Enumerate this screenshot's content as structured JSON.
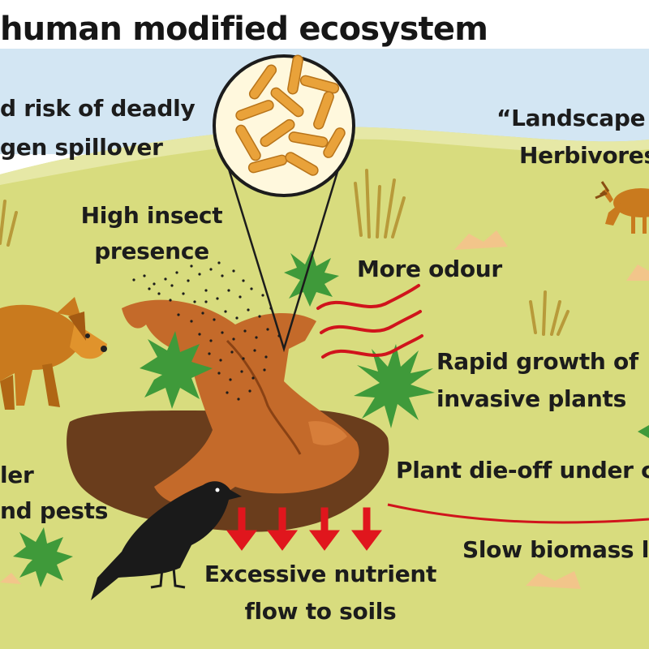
{
  "title": "human modified ecosystem",
  "labels": {
    "spillover_line1": "d risk of deadly",
    "spillover_line2": "gen spillover",
    "landscape_line1": "“Landscape",
    "landscape_line2": "Herbivores",
    "insect_line1": "High insect",
    "insect_line2": "presence",
    "odour": "More odour",
    "invasive_line1": "Rapid growth of",
    "invasive_line2": "invasive plants",
    "dieoff": "Plant die-off under c",
    "pests_line1": "ler",
    "pests_line2": "nd pests",
    "biomass": "Slow biomass lo",
    "nutrient_line1": "Excessive nutrient",
    "nutrient_line2": "flow to soils"
  },
  "colors": {
    "sky": "#d3e6f3",
    "ground": "#d8dc7e",
    "carcass": "#c46a2a",
    "carcass_shadow": "#6a3d1c",
    "arrow_red": "#e0161d",
    "odour_red": "#d0141c",
    "bacteria": "#e9a23a",
    "fox": "#c97a1e",
    "plant": "#3f9a3a",
    "grass": "#b89a3a",
    "rock": "#f2c58a",
    "crow": "#1a1a1a",
    "text": "#1c1c1c"
  },
  "icons": [
    "bacteria-magnifier-icon",
    "insect-swarm-icon",
    "fox-icon",
    "deer-icon",
    "crow-icon",
    "carcass-icon",
    "odour-waves-icon",
    "nutrient-arrows-icon",
    "invasive-plant-icon",
    "grass-tuft-icon",
    "rock-icon"
  ]
}
